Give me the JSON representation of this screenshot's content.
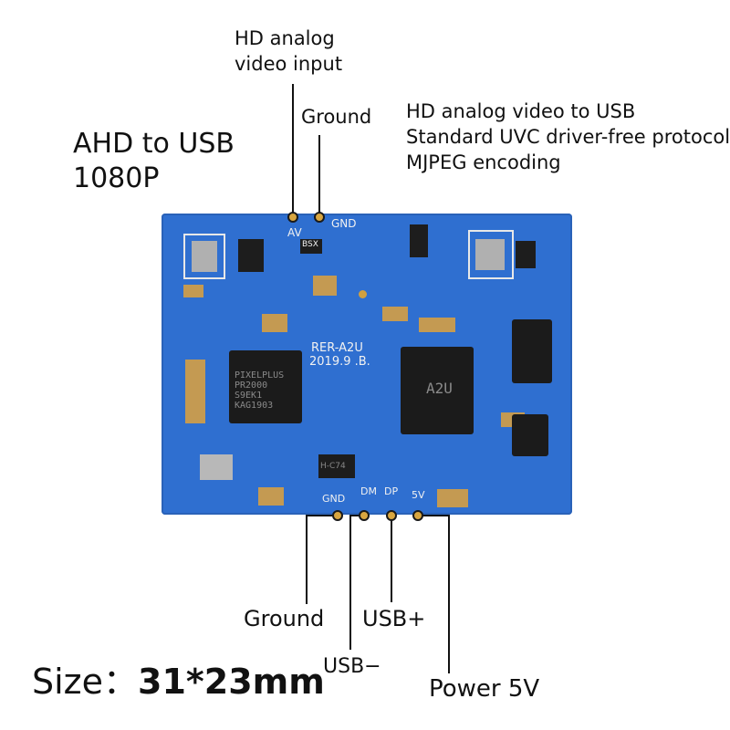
{
  "title": {
    "line1": "AHD to USB",
    "line2": "1080P"
  },
  "description": {
    "line1": "HD analog video to USB",
    "line2": "Standard UVC driver-free protocol",
    "line3": "MJPEG encoding"
  },
  "top_pins": {
    "av_label_line1": "HD analog",
    "av_label_line2": "video input",
    "gnd_label": "Ground"
  },
  "bottom_pins": {
    "gnd_label": "Ground",
    "dm_label": "USB−",
    "dp_label": "USB+",
    "power_label": "Power 5V"
  },
  "size": {
    "prefix": "Size：",
    "value": "31*23mm"
  },
  "board": {
    "silk_av": "AV",
    "silk_gnd_top": "GND",
    "silk_gnd_bottom": "GND",
    "silk_dm": "DM",
    "silk_dp": "DP",
    "silk_5v": "5V",
    "model_line1": "RER-A2U",
    "model_line2": "2019.9 .B.",
    "chip1_text": "PIXELPLUS\nPR2000\nS9EK1\nKAG1903",
    "chip2_text": "A2U",
    "part_bsx": "BSX",
    "part_c74": "H-C74"
  },
  "colors": {
    "pcb": "#2f6fd0",
    "pad": "#d8a640",
    "ic": "#1b1b1b"
  }
}
